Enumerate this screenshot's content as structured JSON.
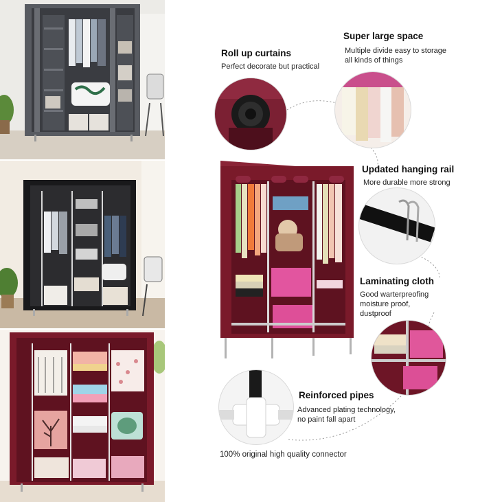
{
  "colors": {
    "grey_wardrobe": "#62656b",
    "black_wardrobe": "#1f1f21",
    "wine_wardrobe": "#7a1a2a",
    "accent_pink": "#d9549a",
    "text": "#111111"
  },
  "features": {
    "roll_up": {
      "title": "Roll up curtains",
      "desc": [
        "Perfect decorate but practical"
      ]
    },
    "space": {
      "title": "Super large space",
      "desc": [
        "Multiple divide easy to storage",
        "all kinds of things"
      ]
    },
    "rail": {
      "title": "Updated hanging rail",
      "desc": [
        "More durable more strong"
      ]
    },
    "cloth": {
      "title": "Laminating cloth",
      "desc": [
        "Good warterpreofing",
        "moisture proof,",
        "dustproof"
      ]
    },
    "pipes": {
      "title": "Reinforced pipes",
      "desc": [
        "Advanced plating technology,",
        "no paint fall apart"
      ]
    },
    "connector": {
      "title": "100% original high quality connector"
    }
  },
  "photos": [
    {
      "name": "grey-wardrobe-photo",
      "icon": "grey-wardrobe"
    },
    {
      "name": "black-wardrobe-photo",
      "icon": "black-wardrobe"
    },
    {
      "name": "wine-wardrobe-photo",
      "icon": "wine-wardrobe"
    },
    {
      "name": "main-wardrobe-photo",
      "icon": "wine-wardrobe-hero"
    }
  ]
}
